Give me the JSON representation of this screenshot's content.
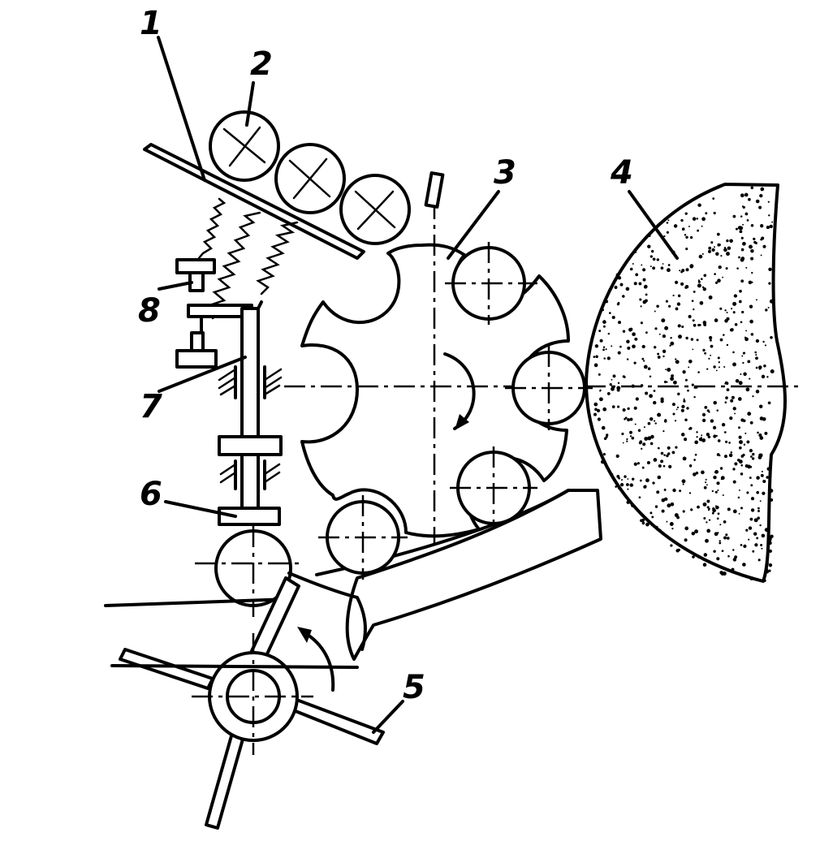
{
  "diagram": {
    "part_labels": [
      "1",
      "2",
      "3",
      "4",
      "5",
      "6",
      "7",
      "8"
    ],
    "colors": {
      "ink": "#000000",
      "background": "#ffffff",
      "stipple": "#000000"
    }
  }
}
